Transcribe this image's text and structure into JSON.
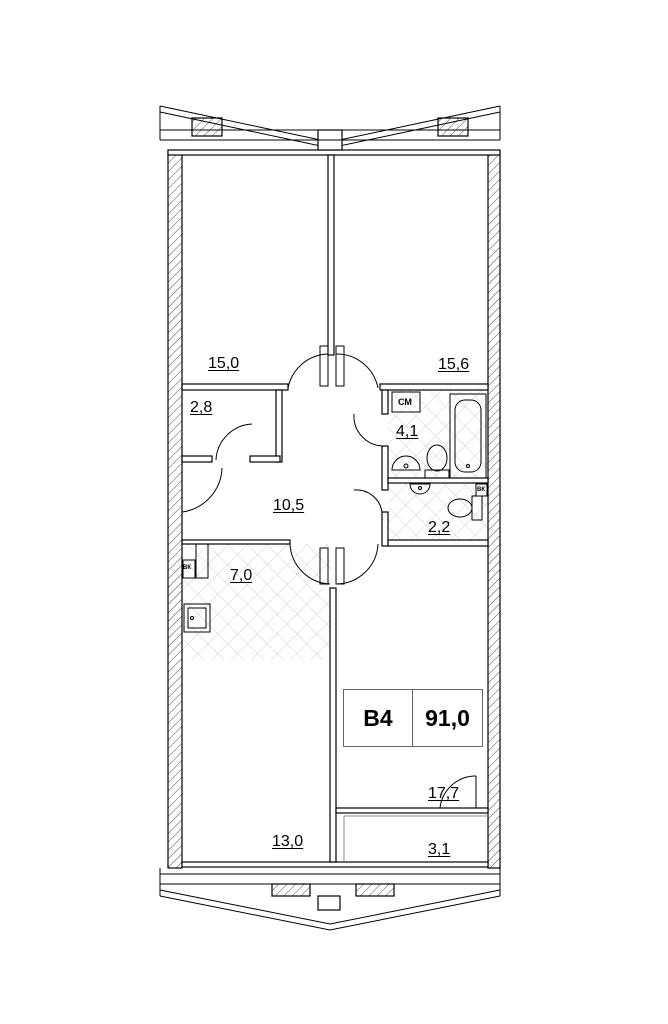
{
  "apartment": {
    "code": "В4",
    "total_area": "91,0"
  },
  "rooms": [
    {
      "id": "room-nw",
      "area": "15,0"
    },
    {
      "id": "room-ne",
      "area": "15,6"
    },
    {
      "id": "storage",
      "area": "2,8"
    },
    {
      "id": "bathroom",
      "area": "4,1"
    },
    {
      "id": "hall",
      "area": "10,5"
    },
    {
      "id": "wc",
      "area": "2,2"
    },
    {
      "id": "kitchen",
      "area": "7,0"
    },
    {
      "id": "living-room",
      "area": "17,7"
    },
    {
      "id": "room-sw",
      "area": "13,0"
    },
    {
      "id": "balcony",
      "area": "3,1"
    }
  ],
  "fixtures": {
    "washing_machine": "СМ",
    "riser_1": "ВК",
    "riser_2": "ВК"
  }
}
